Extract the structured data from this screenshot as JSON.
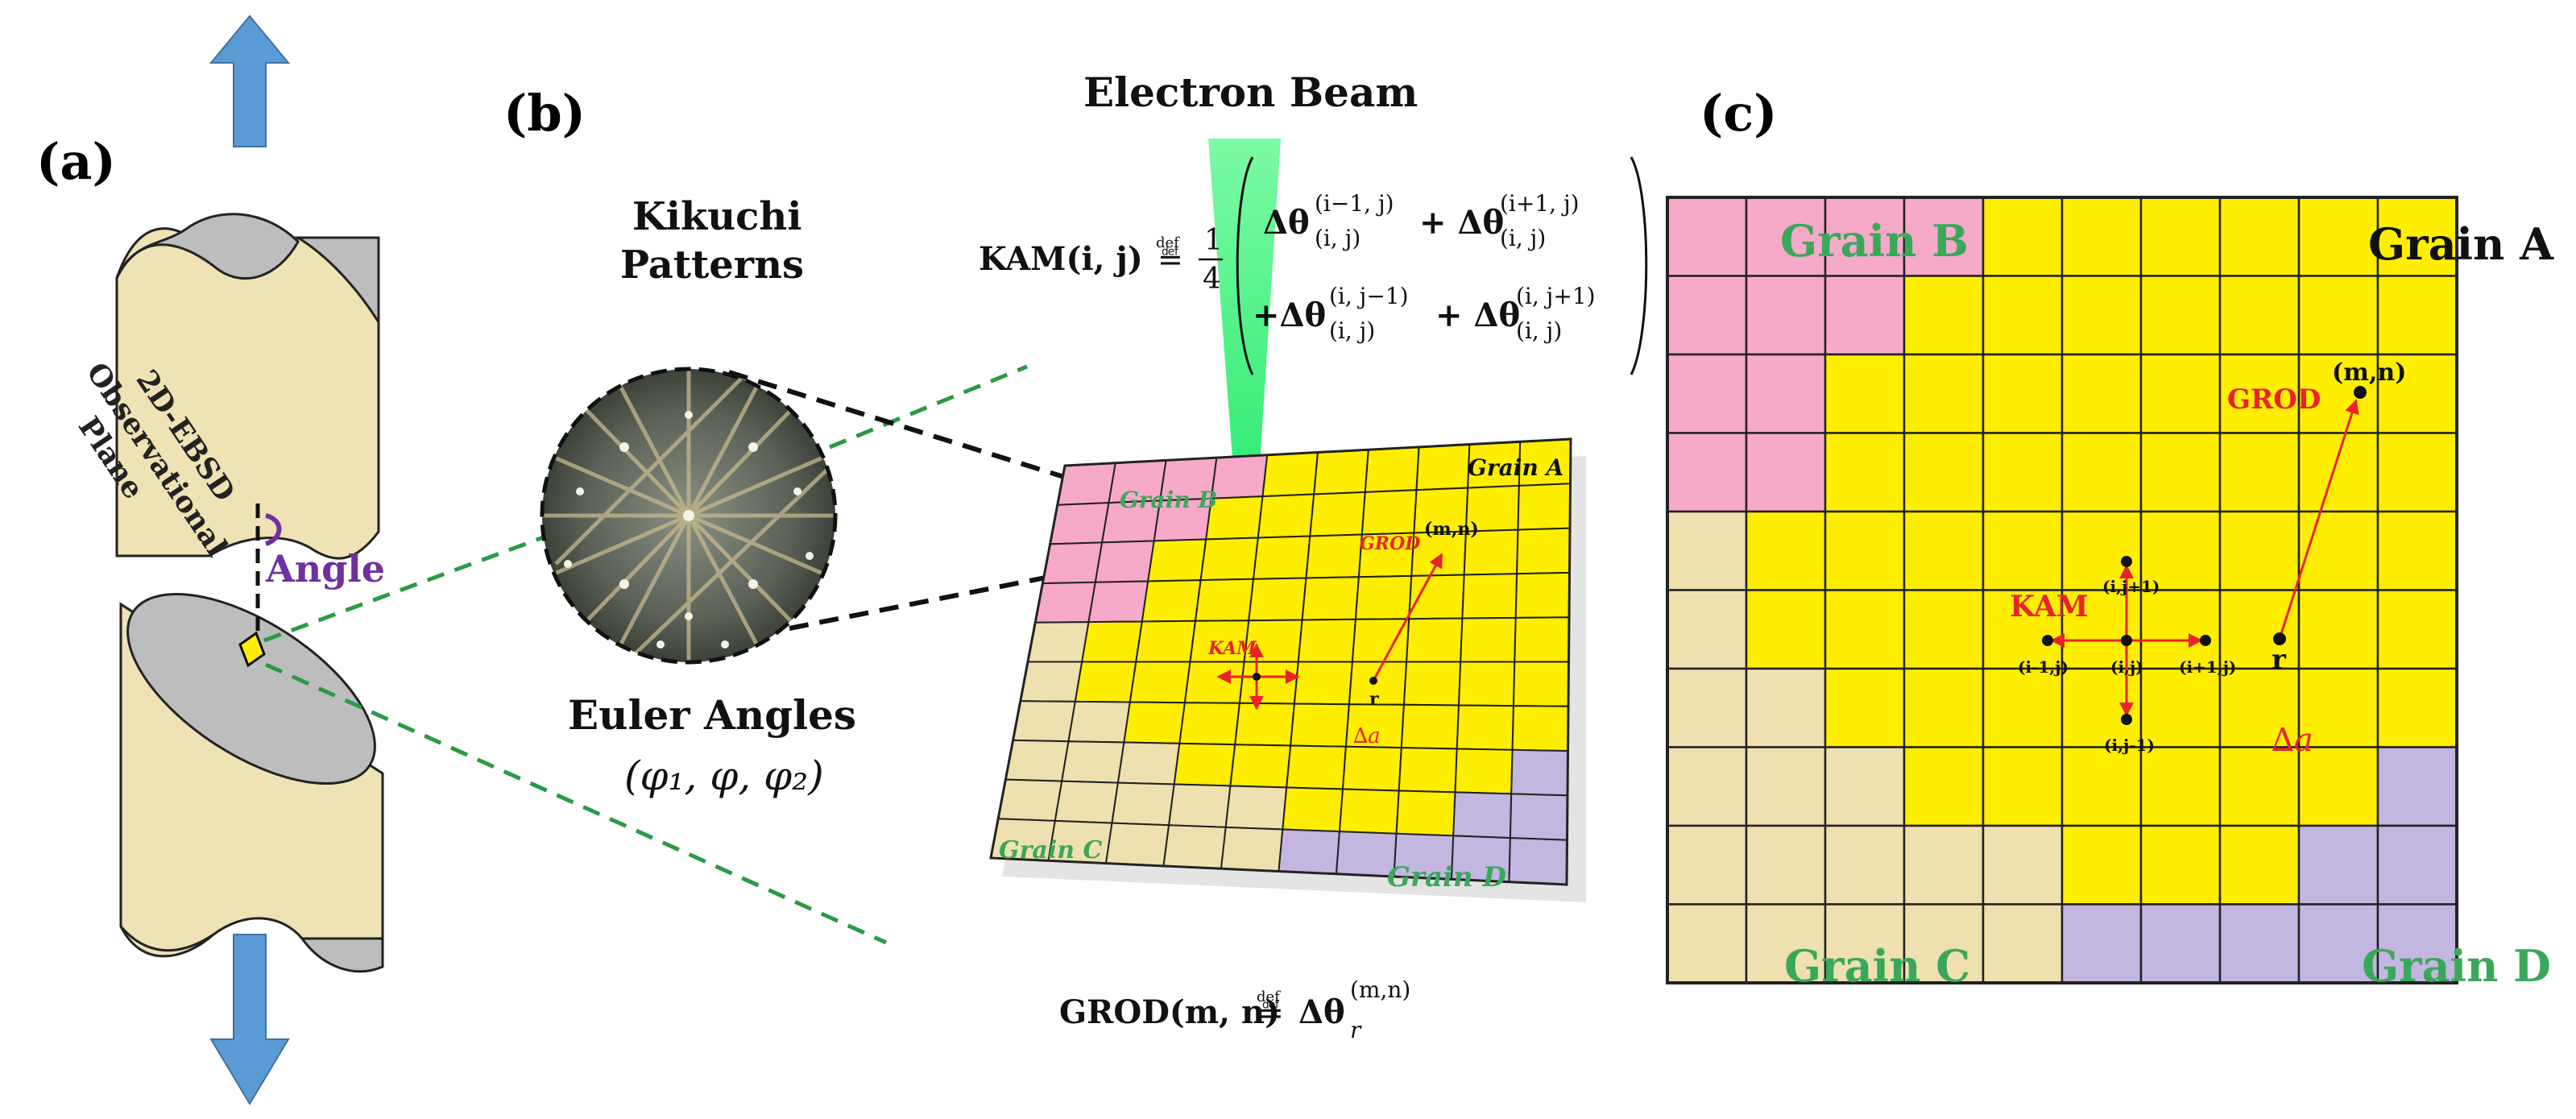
{
  "panels": {
    "a": "(a)",
    "b": "(b)",
    "c": "(c)"
  },
  "panel_a": {
    "plane_label": [
      "2D-EBSD",
      "Observational",
      "Plane"
    ],
    "angle_label": "Angle"
  },
  "panel_b": {
    "electron_beam": "Electron Beam",
    "kikuchi_label": [
      "Kikuchi",
      "Patterns"
    ],
    "euler_title": "Euler Angles",
    "euler_vars": "(φ₁, φ, φ₂)",
    "kam_lhs": "KAM(i, j)",
    "kam_def": "def",
    "kam_frac_num": "1",
    "kam_frac_den": "4",
    "kam_term1": "Δθ",
    "kam_term1_sup": "(i−1, j)",
    "kam_term1_sub": "(i, j)",
    "kam_term2": "+ Δθ",
    "kam_term2_sup": "(i+1, j)",
    "kam_term2_sub": "(i, j)",
    "kam_term3": "+Δθ",
    "kam_term3_sup": "(i, j−1)",
    "kam_term3_sub": "(i, j)",
    "kam_term4": "+ Δθ",
    "kam_term4_sup": "(i, j+1)",
    "kam_term4_sub": "(i, j)",
    "grod_lhs": "GROD(m, n)",
    "grod_def": "def",
    "grod_rhs": "Δθ",
    "grod_rhs_sup": "(m,n)",
    "grod_rhs_sub": "r",
    "mini_labels": {
      "grain_a": "Grain A",
      "grain_b": "Grain B",
      "grain_c": "Grain C",
      "grain_d": "Grain D",
      "grod": "GROD",
      "mn": "(m,n)",
      "kam": "KAM",
      "r": "r",
      "delta_a": "∆a"
    }
  },
  "panel_c": {
    "grain_a": "Grain A",
    "grain_b": "Grain B",
    "grain_c": "Grain C",
    "grain_d": "Grain D",
    "grod": "GROD",
    "mn": "(m,n)",
    "kam": "KAM",
    "r": "r",
    "delta_a": "∆a",
    "ij": "(i,j)",
    "ij_plus": "(i,j+1)",
    "ij_minus": "(i,j-1)",
    "im_j": "(i-1,j)",
    "ip_j": "(i+1,j)"
  },
  "colors": {
    "grain_a": "#ffee00",
    "grain_b": "#f6a9c9",
    "grain_c": "#efe0b0",
    "grain_d": "#c3b6e0",
    "grain_label_green": "#3aa85a",
    "red": "#e8242a",
    "beam_green": "#34f07a",
    "arrow_blue": "#5b9bd5",
    "specimen": "#efe2b4",
    "angle_purple": "#7030a0"
  }
}
